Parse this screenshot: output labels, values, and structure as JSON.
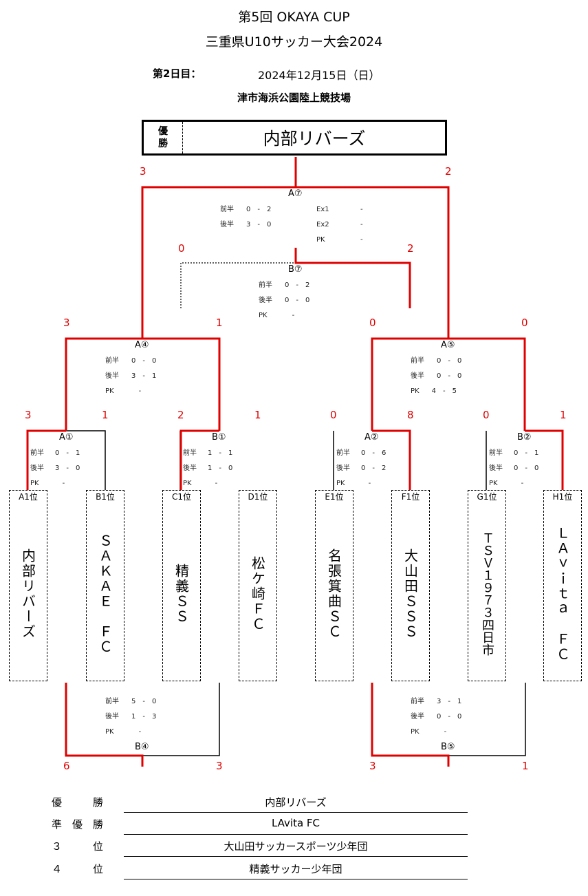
{
  "header": {
    "title_line1": "第5回 OKAYA CUP",
    "title_line2": "三重県U10サッカー大会2024",
    "day_label": "第2日目：",
    "date": "2024年12月15日（日）",
    "venue": "津市海浜公園陸上競技場"
  },
  "champion_box": {
    "label_1": "優",
    "label_2": "勝",
    "team": "内部リバーズ"
  },
  "final": {
    "label": "A⑦",
    "score_left": "3",
    "score_right": "2",
    "rows": [
      {
        "name": "前半",
        "l": "0",
        "d": "-",
        "r": "2"
      },
      {
        "name": "後半",
        "l": "3",
        "d": "-",
        "r": "0"
      }
    ],
    "extra": [
      {
        "name": "Ex1",
        "v": "-"
      },
      {
        "name": "Ex2",
        "v": "-"
      },
      {
        "name": "PK",
        "v": "-"
      }
    ]
  },
  "third_place": {
    "label": "B⑦",
    "score_left": "0",
    "score_right": "2",
    "rows": [
      {
        "name": "前半",
        "l": "0",
        "d": "-",
        "r": "2"
      },
      {
        "name": "後半",
        "l": "0",
        "d": "-",
        "r": "0"
      },
      {
        "name": "PK",
        "l": "",
        "d": "-",
        "r": ""
      }
    ]
  },
  "semi_left": {
    "label": "A④",
    "score_left": "3",
    "score_right": "1",
    "rows": [
      {
        "name": "前半",
        "l": "0",
        "d": "-",
        "r": "0"
      },
      {
        "name": "後半",
        "l": "3",
        "d": "-",
        "r": "1"
      },
      {
        "name": "PK",
        "l": "",
        "d": "-",
        "r": ""
      }
    ]
  },
  "semi_right": {
    "label": "A⑤",
    "score_left": "0",
    "score_right": "0",
    "rows": [
      {
        "name": "前半",
        "l": "0",
        "d": "-",
        "r": "0"
      },
      {
        "name": "後半",
        "l": "0",
        "d": "-",
        "r": "0"
      },
      {
        "name": "PK",
        "l": "4",
        "d": "-",
        "r": "5"
      }
    ]
  },
  "qf": [
    {
      "label": "A①",
      "score_left": "3",
      "score_right": "1",
      "rows": [
        {
          "name": "前半",
          "l": "0",
          "d": "-",
          "r": "1"
        },
        {
          "name": "後半",
          "l": "3",
          "d": "-",
          "r": "0"
        },
        {
          "name": "PK",
          "l": "",
          "d": "-",
          "r": ""
        }
      ]
    },
    {
      "label": "B①",
      "score_left": "2",
      "score_right": "1",
      "rows": [
        {
          "name": "前半",
          "l": "1",
          "d": "-",
          "r": "1"
        },
        {
          "name": "後半",
          "l": "1",
          "d": "-",
          "r": "0"
        },
        {
          "name": "PK",
          "l": "",
          "d": "-",
          "r": ""
        }
      ]
    },
    {
      "label": "A②",
      "score_left": "0",
      "score_right": "8",
      "rows": [
        {
          "name": "前半",
          "l": "0",
          "d": "-",
          "r": "6"
        },
        {
          "name": "後半",
          "l": "0",
          "d": "-",
          "r": "2"
        },
        {
          "name": "PK",
          "l": "",
          "d": "-",
          "r": ""
        }
      ]
    },
    {
      "label": "B②",
      "score_left": "0",
      "score_right": "1",
      "rows": [
        {
          "name": "前半",
          "l": "0",
          "d": "-",
          "r": "1"
        },
        {
          "name": "後半",
          "l": "0",
          "d": "-",
          "r": "0"
        },
        {
          "name": "PK",
          "l": "",
          "d": "-",
          "r": ""
        }
      ]
    }
  ],
  "teams": [
    {
      "tag": "A1位",
      "name": "内部リバーズ"
    },
    {
      "tag": "B1位",
      "name": "ＳＡＫＡＥ　ＦＣ"
    },
    {
      "tag": "C1位",
      "name": "精義ＳＳ"
    },
    {
      "tag": "D1位",
      "name": "松ケ崎ＦＣ"
    },
    {
      "tag": "E1位",
      "name": "名張箕曲ＳＣ"
    },
    {
      "tag": "F1位",
      "name": "大山田ＳＳＳ"
    },
    {
      "tag": "G1位",
      "name": "ＴＳＶ１９７３四日市"
    },
    {
      "tag": "H1位",
      "name": "ＬＡｖｉｔａ　ＦＣ"
    }
  ],
  "consolation": [
    {
      "label": "B④",
      "score_left": "6",
      "score_right": "3",
      "rows": [
        {
          "name": "前半",
          "l": "5",
          "d": "-",
          "r": "0"
        },
        {
          "name": "後半",
          "l": "1",
          "d": "-",
          "r": "3"
        },
        {
          "name": "PK",
          "l": "",
          "d": "-",
          "r": ""
        }
      ]
    },
    {
      "label": "B⑤",
      "score_left": "3",
      "score_right": "1",
      "rows": [
        {
          "name": "前半",
          "l": "3",
          "d": "-",
          "r": "1"
        },
        {
          "name": "後半",
          "l": "0",
          "d": "-",
          "r": "0"
        },
        {
          "name": "PK",
          "l": "",
          "d": "-",
          "r": ""
        }
      ]
    }
  ],
  "results": [
    {
      "label": "優　　　勝",
      "team": "内部リバーズ"
    },
    {
      "label": "準　優　勝",
      "team": "LAvita FC"
    },
    {
      "label": "３　　　位",
      "team": "大山田サッカースポーツ少年団"
    },
    {
      "label": "４　　　位",
      "team": "精義サッカー少年団"
    }
  ],
  "colors": {
    "win_line": "#e00000",
    "lose_line": "#000000"
  }
}
